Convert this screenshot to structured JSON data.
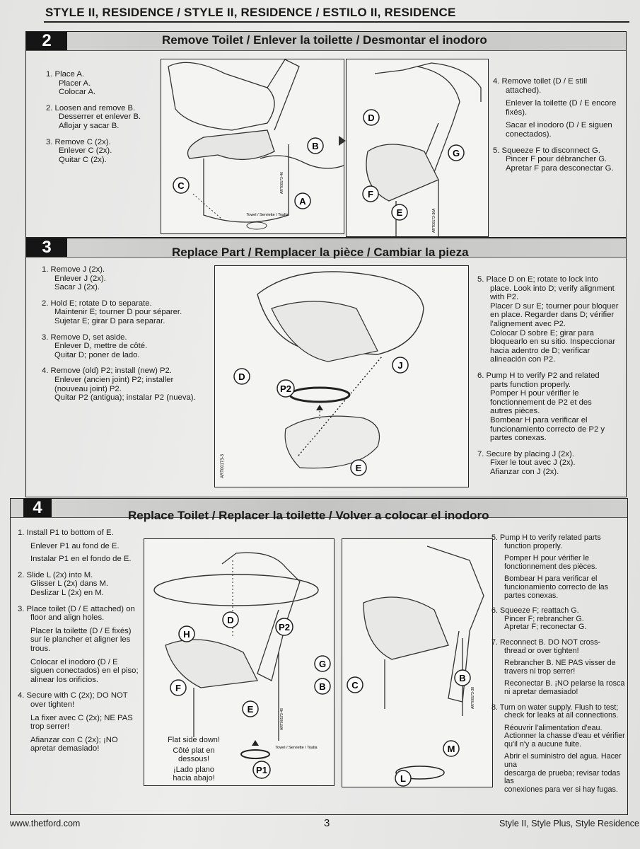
{
  "header": {
    "title": "STYLE II, RESIDENCE / STYLE II, RESIDENCE / ESTILO II, RESIDENCE"
  },
  "step2": {
    "number": "2",
    "title": "Remove Toilet / Enlever la toilette / Desmontar el inodoro",
    "left": [
      [
        "1. Place A.",
        "Placer A.",
        "Colocar A."
      ],
      [
        "2. Loosen and remove B.",
        "Desserrer et enlever B.",
        "Aflojar y sacar B."
      ],
      [
        "3. Remove C (2x).",
        "Enlever C (2x).",
        "Quitar C (2x)."
      ]
    ],
    "right": [
      [
        "4. Remove toilet (D / E still",
        "attached).",
        "",
        "Enlever la toilette (D / E encore",
        "fixés).",
        "",
        "Sacar el inodoro (D / E siguen",
        "conectados)."
      ],
      [
        "5. Squeeze F to disconnect G.",
        "Pincer F pour débrancher G.",
        "Apretar F para desconectar G."
      ]
    ],
    "fig1": {
      "callouts": [
        "A",
        "B",
        "C"
      ],
      "towel": "Towel / Serviette / Toalla",
      "art": "ART00173-46"
    },
    "fig2": {
      "callouts": [
        "D",
        "E",
        "F",
        "G"
      ],
      "art": "ART00173-36A"
    }
  },
  "step3": {
    "number": "3",
    "title": "Replace Part / Remplacer la pièce / Cambiar la pieza",
    "left": [
      [
        "1. Remove J (2x).",
        "Enlever J (2x).",
        "Sacar J (2x)."
      ],
      [
        "2. Hold E; rotate D to separate.",
        "Maintenir E; tourner D pour séparer.",
        "Sujetar E; girar D para separar."
      ],
      [
        "3. Remove D, set aside.",
        "Enlever D, mettre de côté.",
        "Quitar D; poner de lado."
      ],
      [
        "4. Remove (old) P2; install (new) P2.",
        "Enlever (ancien joint) P2; installer",
        "(nouveau joint) P2.",
        "Quitar P2 (antigua); instalar P2 (nueva)."
      ]
    ],
    "right": [
      [
        "5. Place D on E; rotate to lock into",
        "place. Look into D; verify alignment",
        "with P2.",
        "Placer D sur E; tourner pour bloquer",
        "en place. Regarder dans D; vérifier",
        "l'alignement avec P2.",
        "Colocar D sobre E; girar para",
        "bloquearlo en su sitio. Inspeccionar",
        "hacia adentro de D; verificar",
        "alineación con P2."
      ],
      [
        "6. Pump H to verify P2 and related",
        "parts function properly.",
        "Pomper H pour vérifier le",
        "fonctionnement de P2 et des",
        "autres pièces.",
        "Bombear H para verificar el",
        "funcionamiento correcto de P2 y",
        "partes conexas."
      ],
      [
        "7. Secure by placing J (2x).",
        "Fixer le tout avec J (2x).",
        "Afianzar con J (2x)."
      ]
    ],
    "fig": {
      "callouts": [
        "D",
        "J",
        "P2",
        "E"
      ],
      "art": "ART00173-3"
    }
  },
  "step4": {
    "number": "4",
    "title": "Replace Toilet / Replacer la toilette / Volver a colocar el inodoro",
    "left": [
      [
        "1. Install P1 to bottom of E.",
        "",
        "Enlever P1 au fond de E.",
        "",
        "Instalar P1 en el fondo de E."
      ],
      [
        "2. Slide L (2x) into M.",
        "Glisser L (2x) dans M.",
        "Deslizar L (2x) en M."
      ],
      [
        "3. Place toilet (D / E attached) on",
        "floor and align holes.",
        "",
        "Placer la toilette (D / E fixés)",
        "sur le plancher et aligner les",
        "trous.",
        "",
        "Colocar el inodoro (D / E",
        "siguen conectados) en el piso;",
        "alinear los orificios."
      ],
      [
        "4. Secure with C (2x); DO NOT",
        "over tighten!",
        "",
        "La fixer avec C (2x); NE PAS",
        "trop serrer!",
        "",
        "Afianzar con C (2x); ¡NO",
        "apretar demasiado!"
      ]
    ],
    "right": [
      [
        "5. Pump H to verify related parts",
        "function properly.",
        "",
        "Pomper H pour vérifier le",
        "fonctionnement des pièces.",
        "",
        "Bombear H para verificar el",
        "funcionamiento correcto de las",
        "partes conexas."
      ],
      [
        "6. Squeeze F; reattach G.",
        "Pincer F; rebrancher G.",
        "Apretar F; reconectar G."
      ],
      [
        "7. Reconnect B. DO NOT cross-",
        "thread or over tighten!",
        "",
        "Rebrancher B. NE PAS visser de",
        "travers ni trop serrer!",
        "",
        "Reconectar B. ¡NO pelarse la rosca",
        "ni apretar demasiado!"
      ],
      [
        "8. Turn on water supply. Flush to test;",
        "check for leaks at all connections.",
        "",
        "Réouvrir l'alimentation d'eau.",
        "Actionner la chasse d'eau et vérifier",
        "qu'il n'y a aucune fuite.",
        "",
        "Abrir el suministro del agua. Hacer una",
        "descarga de prueba; revisar todas las",
        "conexiones para ver si hay fugas."
      ]
    ],
    "fig1": {
      "callouts": [
        "D",
        "H",
        "P2",
        "G",
        "F",
        "B",
        "E",
        "P1"
      ],
      "flat": [
        "Flat side down!",
        "Côté plat en",
        "dessous!",
        "¡Lado plano",
        "hacia abajo!"
      ],
      "towel": "Towel / Serviette / Toalla",
      "art": "ART00173-46"
    },
    "fig2": {
      "callouts": [
        "C",
        "B",
        "M",
        "L"
      ],
      "art": "ART00173-38"
    }
  },
  "footer": {
    "url": "www.thetford.com",
    "page": "3",
    "models": "Style II, Style Plus, Style Residence"
  }
}
